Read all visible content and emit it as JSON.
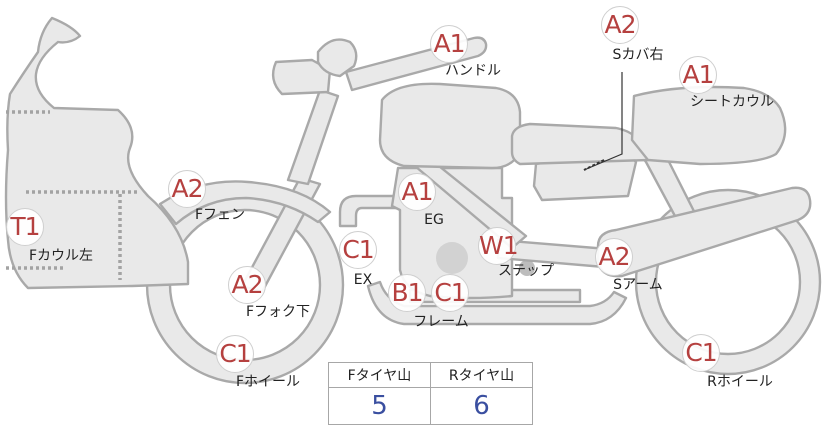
{
  "badges": [
    {
      "key": "handle",
      "grade": "A1",
      "label": "ハンドル"
    },
    {
      "key": "side_cover_r",
      "grade": "A2",
      "label": "Sカバ右"
    },
    {
      "key": "seat_cowl",
      "grade": "A1",
      "label": "シートカウル"
    },
    {
      "key": "f_fender",
      "grade": "A2",
      "label": "Fフェン"
    },
    {
      "key": "f_cowl_l",
      "grade": "T1",
      "label": "Fカウル左"
    },
    {
      "key": "engine",
      "grade": "A1",
      "label": "EG"
    },
    {
      "key": "exhaust",
      "grade": "C1",
      "label": "EX"
    },
    {
      "key": "step",
      "grade": "W1",
      "label": "ステップ"
    },
    {
      "key": "swing_arm",
      "grade": "A2",
      "label": "Sアーム"
    },
    {
      "key": "f_fork_lower",
      "grade": "A2",
      "label": "Fフォク下"
    },
    {
      "key": "frame_b",
      "grade": "B1",
      "label": ""
    },
    {
      "key": "frame_c",
      "grade": "C1",
      "label": "フレーム"
    },
    {
      "key": "f_wheel",
      "grade": "C1",
      "label": "Fホイール"
    },
    {
      "key": "r_wheel",
      "grade": "C1",
      "label": "Rホイール"
    }
  ],
  "tread_table": {
    "front_header": "Fタイヤ山",
    "rear_header": "Rタイヤ山",
    "front_value": "5",
    "rear_value": "6"
  }
}
